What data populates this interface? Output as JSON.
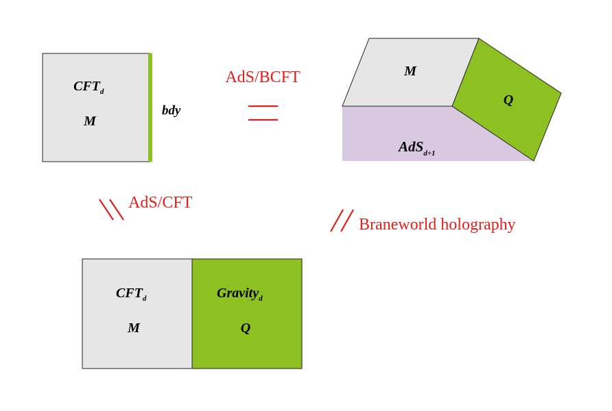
{
  "colors": {
    "gray_fill": "#e6e6e6",
    "green_fill": "#8dc021",
    "purple_fill": "#d8c8e0",
    "stroke": "#222222",
    "red": "#e0201b"
  },
  "panels": {
    "bcft": {
      "cft_main": "CFT",
      "cft_sub": "d",
      "region": "M",
      "boundary": "bdy"
    },
    "bulk": {
      "region_m": "M",
      "region_q": "Q",
      "ads_main": "AdS",
      "ads_sub": "d+1"
    },
    "brane": {
      "cft_main": "CFT",
      "cft_sub": "d",
      "region_m": "M",
      "gravity_main": "Gravity",
      "gravity_sub": "d",
      "region_q": "Q"
    }
  },
  "relations": {
    "ads_bcft": "AdS/BCFT",
    "ads_cft": "AdS/CFT",
    "braneworld": "Braneworld holography"
  }
}
